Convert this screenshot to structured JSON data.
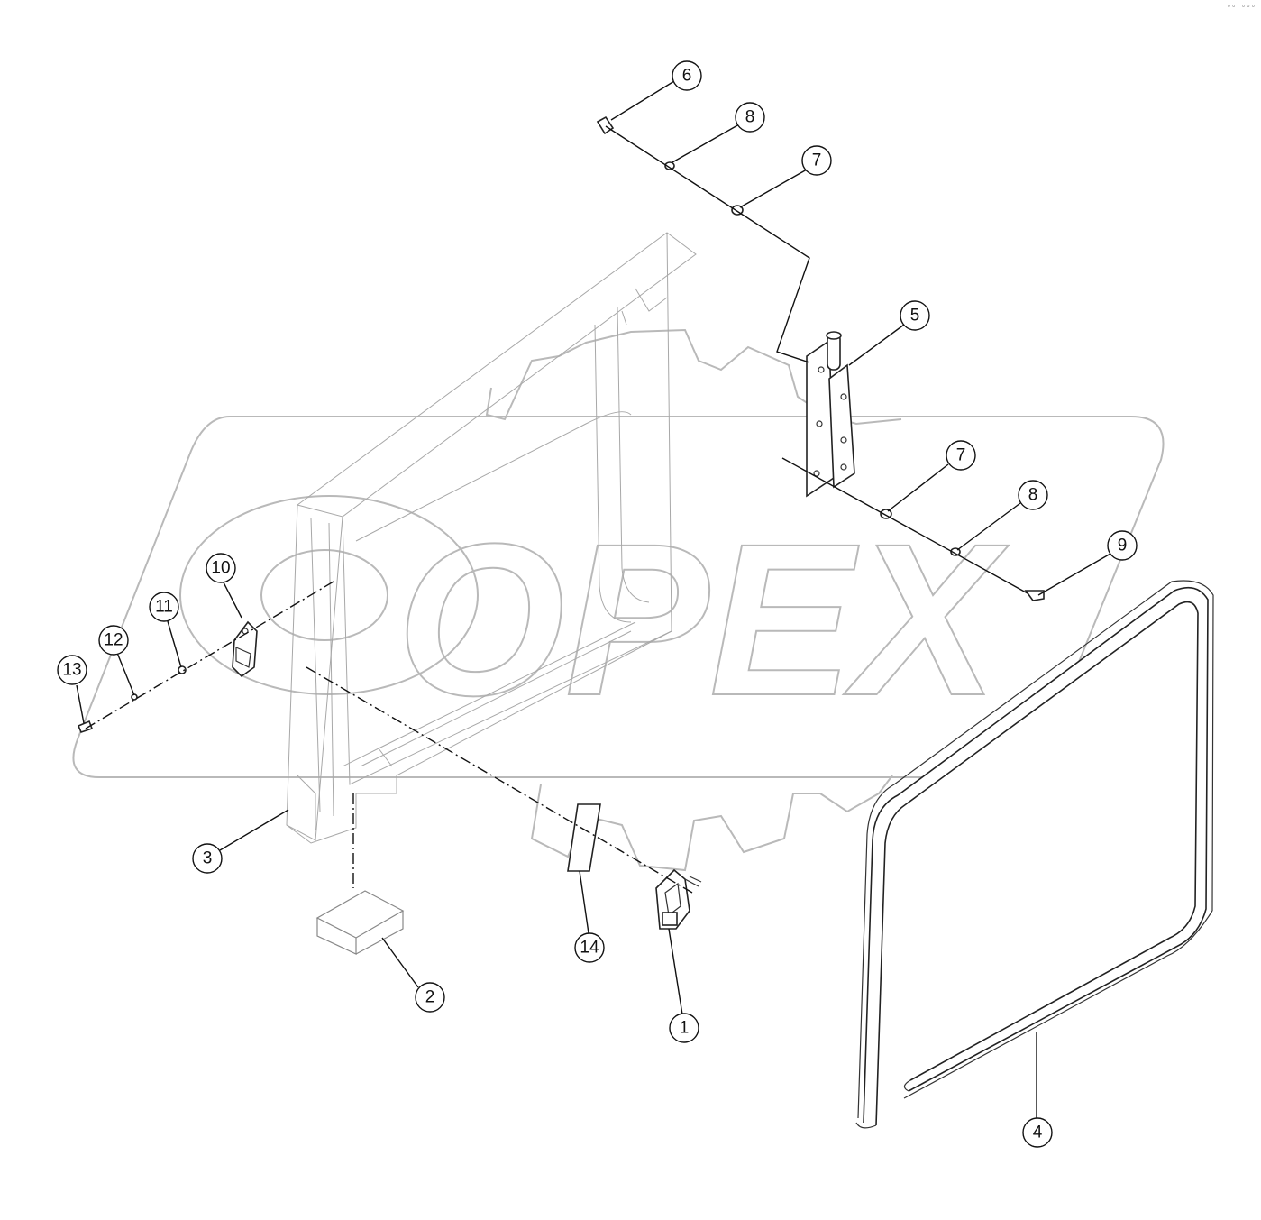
{
  "watermark": {
    "text": "OPEX",
    "color": "#b9b9b9"
  },
  "corner_mark": "▫▫ ▫▫▫",
  "callouts": [
    {
      "id": "callout-6",
      "label": "6"
    },
    {
      "id": "callout-8a",
      "label": "8"
    },
    {
      "id": "callout-7a",
      "label": "7"
    },
    {
      "id": "callout-5",
      "label": "5"
    },
    {
      "id": "callout-7b",
      "label": "7"
    },
    {
      "id": "callout-8b",
      "label": "8"
    },
    {
      "id": "callout-9",
      "label": "9"
    },
    {
      "id": "callout-10",
      "label": "10"
    },
    {
      "id": "callout-11",
      "label": "11"
    },
    {
      "id": "callout-12",
      "label": "12"
    },
    {
      "id": "callout-13",
      "label": "13"
    },
    {
      "id": "callout-3",
      "label": "3"
    },
    {
      "id": "callout-14",
      "label": "14"
    },
    {
      "id": "callout-2",
      "label": "2"
    },
    {
      "id": "callout-1",
      "label": "1"
    },
    {
      "id": "callout-4",
      "label": "4"
    }
  ]
}
